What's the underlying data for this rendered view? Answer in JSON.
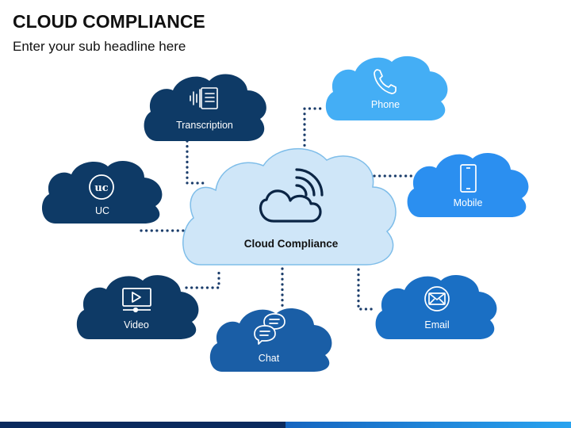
{
  "header": {
    "title": "CLOUD COMPLIANCE",
    "subtitle": "Enter your sub headline here"
  },
  "center": {
    "label": "Cloud Compliance",
    "icon": "cloud-signal-icon",
    "color": "#cfe6f8"
  },
  "nodes": {
    "transcription": {
      "label": "Transcription",
      "icon": "audio-transcript-icon",
      "color": "#0e3a66"
    },
    "uc": {
      "label": "UC",
      "icon": "uc-icon",
      "color": "#0e3a66"
    },
    "video": {
      "label": "Video",
      "icon": "video-player-icon",
      "color": "#0e3a66"
    },
    "chat": {
      "label": "Chat",
      "icon": "chat-bubbles-icon",
      "color": "#1a5ea6"
    },
    "phone": {
      "label": "Phone",
      "icon": "phone-icon",
      "color": "#44aef5"
    },
    "mobile": {
      "label": "Mobile",
      "icon": "mobile-icon",
      "color": "#2b8ff0"
    },
    "email": {
      "label": "Email",
      "icon": "envelope-icon",
      "color": "#1a6fc4"
    }
  },
  "connector_color": "#1b3d6b"
}
